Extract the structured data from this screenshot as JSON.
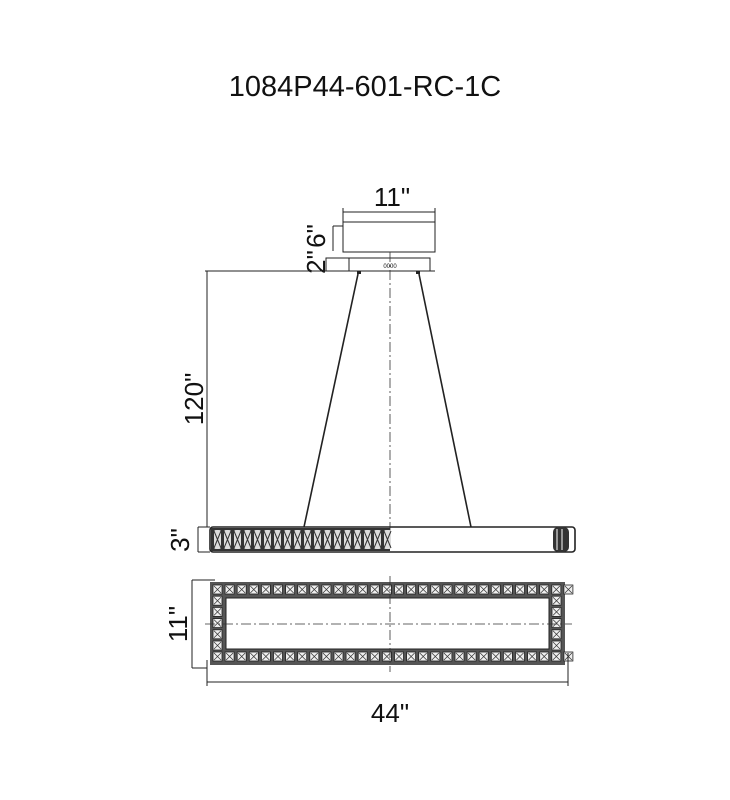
{
  "title": "1084P44-601-RC-1C",
  "dimensions": {
    "canopy_width": "11\"",
    "canopy_height": "6\"",
    "plate_height": "2\"",
    "drop_length": "120\"",
    "bar_height": "3\"",
    "fixture_width": "11\"",
    "fixture_length": "44\""
  },
  "colors": {
    "line": "#222222",
    "background": "#ffffff"
  }
}
